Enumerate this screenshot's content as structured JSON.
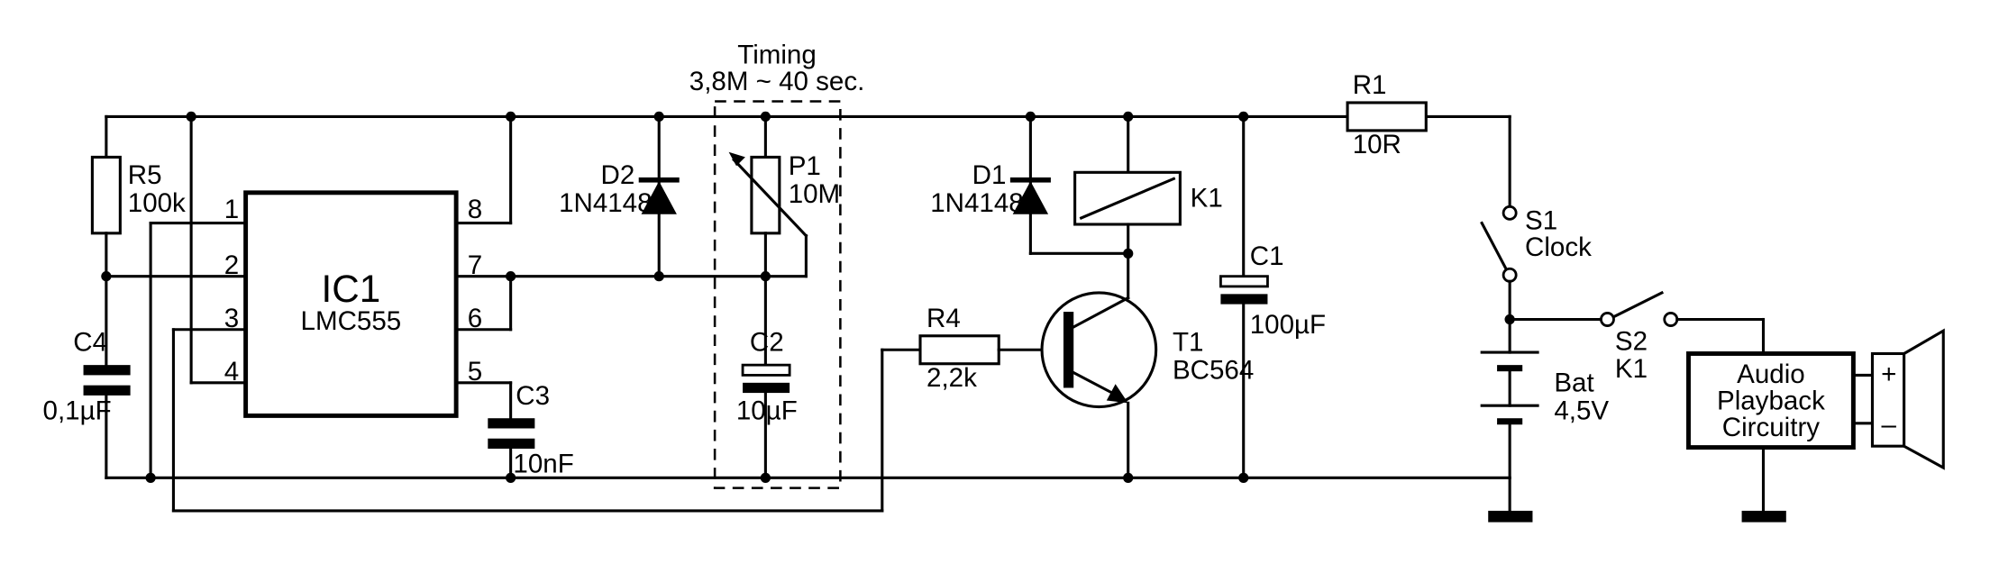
{
  "ic": {
    "ref": "IC1",
    "part": "LMC555",
    "pins": [
      "1",
      "2",
      "3",
      "4",
      "8",
      "7",
      "6",
      "5"
    ]
  },
  "timing": {
    "title": "Timing",
    "range": "3,8M ~ 40 sec."
  },
  "components": {
    "r5": {
      "ref": "R5",
      "value": "100k"
    },
    "c4": {
      "ref": "C4",
      "value": "0,1µF"
    },
    "c3": {
      "ref": "C3",
      "value": "10nF"
    },
    "d2": {
      "ref": "D2",
      "value": "1N4148"
    },
    "p1": {
      "ref": "P1",
      "value": "10M"
    },
    "c2": {
      "ref": "C2",
      "value": "10µF"
    },
    "r4": {
      "ref": "R4",
      "value": "2,2k"
    },
    "d1": {
      "ref": "D1",
      "value": "1N4148"
    },
    "k1": {
      "ref": "K1"
    },
    "t1": {
      "ref": "T1",
      "value": "BC564"
    },
    "c1": {
      "ref": "C1",
      "value": "100µF"
    },
    "r1": {
      "ref": "R1",
      "value": "10R"
    },
    "s1": {
      "ref": "S1",
      "value": "Clock"
    },
    "bat": {
      "ref": "Bat",
      "value": "4,5V"
    },
    "s2": {
      "ref": "S2",
      "value": "K1"
    }
  },
  "playback": {
    "line1": "Audio",
    "line2": "Playback",
    "line3": "Circuitry"
  },
  "speaker": {
    "plus": "+",
    "minus": "–"
  }
}
